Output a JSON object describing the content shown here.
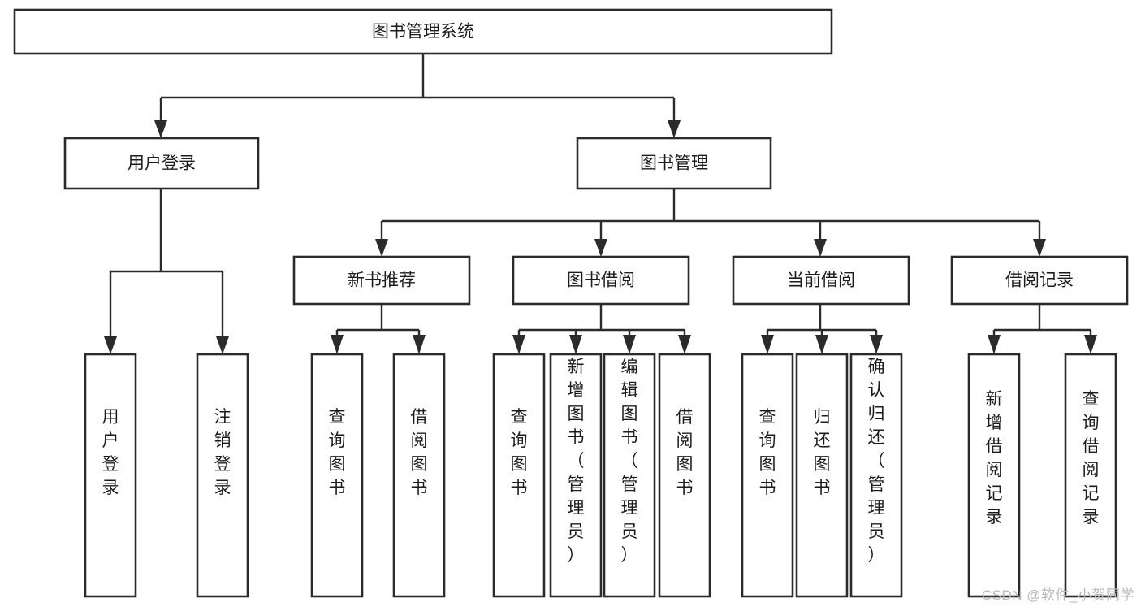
{
  "diagram": {
    "title": "图书管理系统",
    "type": "hierarchy-tree",
    "orientation": "top-down",
    "watermark": "CSDN @软件_小贺同学",
    "colors": {
      "box_stroke": "#2b2b2b",
      "box_fill": "#ffffff",
      "connector": "#2b2b2b",
      "text": "#1c1c1c",
      "watermark": "#b8b8b8",
      "background": "#ffffff"
    },
    "levels": {
      "root": {
        "label": "图书管理系统"
      },
      "level2": [
        {
          "label": "用户登录"
        },
        {
          "label": "图书管理"
        }
      ],
      "level3": [
        {
          "label": "新书推荐"
        },
        {
          "label": "图书借阅"
        },
        {
          "label": "当前借阅"
        },
        {
          "label": "借阅记录"
        }
      ],
      "leaves_user_login": [
        {
          "label": "用户登录"
        },
        {
          "label": "注销登录"
        }
      ],
      "leaves_new_book": [
        {
          "label": "查询图书"
        },
        {
          "label": "借阅图书"
        }
      ],
      "leaves_borrow": [
        {
          "label": "查询图书"
        },
        {
          "label": "新增图书（管理员）"
        },
        {
          "label": "编辑图书（管理员）"
        },
        {
          "label": "借阅图书"
        }
      ],
      "leaves_current": [
        {
          "label": "查询图书"
        },
        {
          "label": "归还图书"
        },
        {
          "label": "确认归还（管理员）"
        }
      ],
      "leaves_record": [
        {
          "label": "新增借阅记录"
        },
        {
          "label": "查询借阅记录"
        }
      ]
    }
  }
}
